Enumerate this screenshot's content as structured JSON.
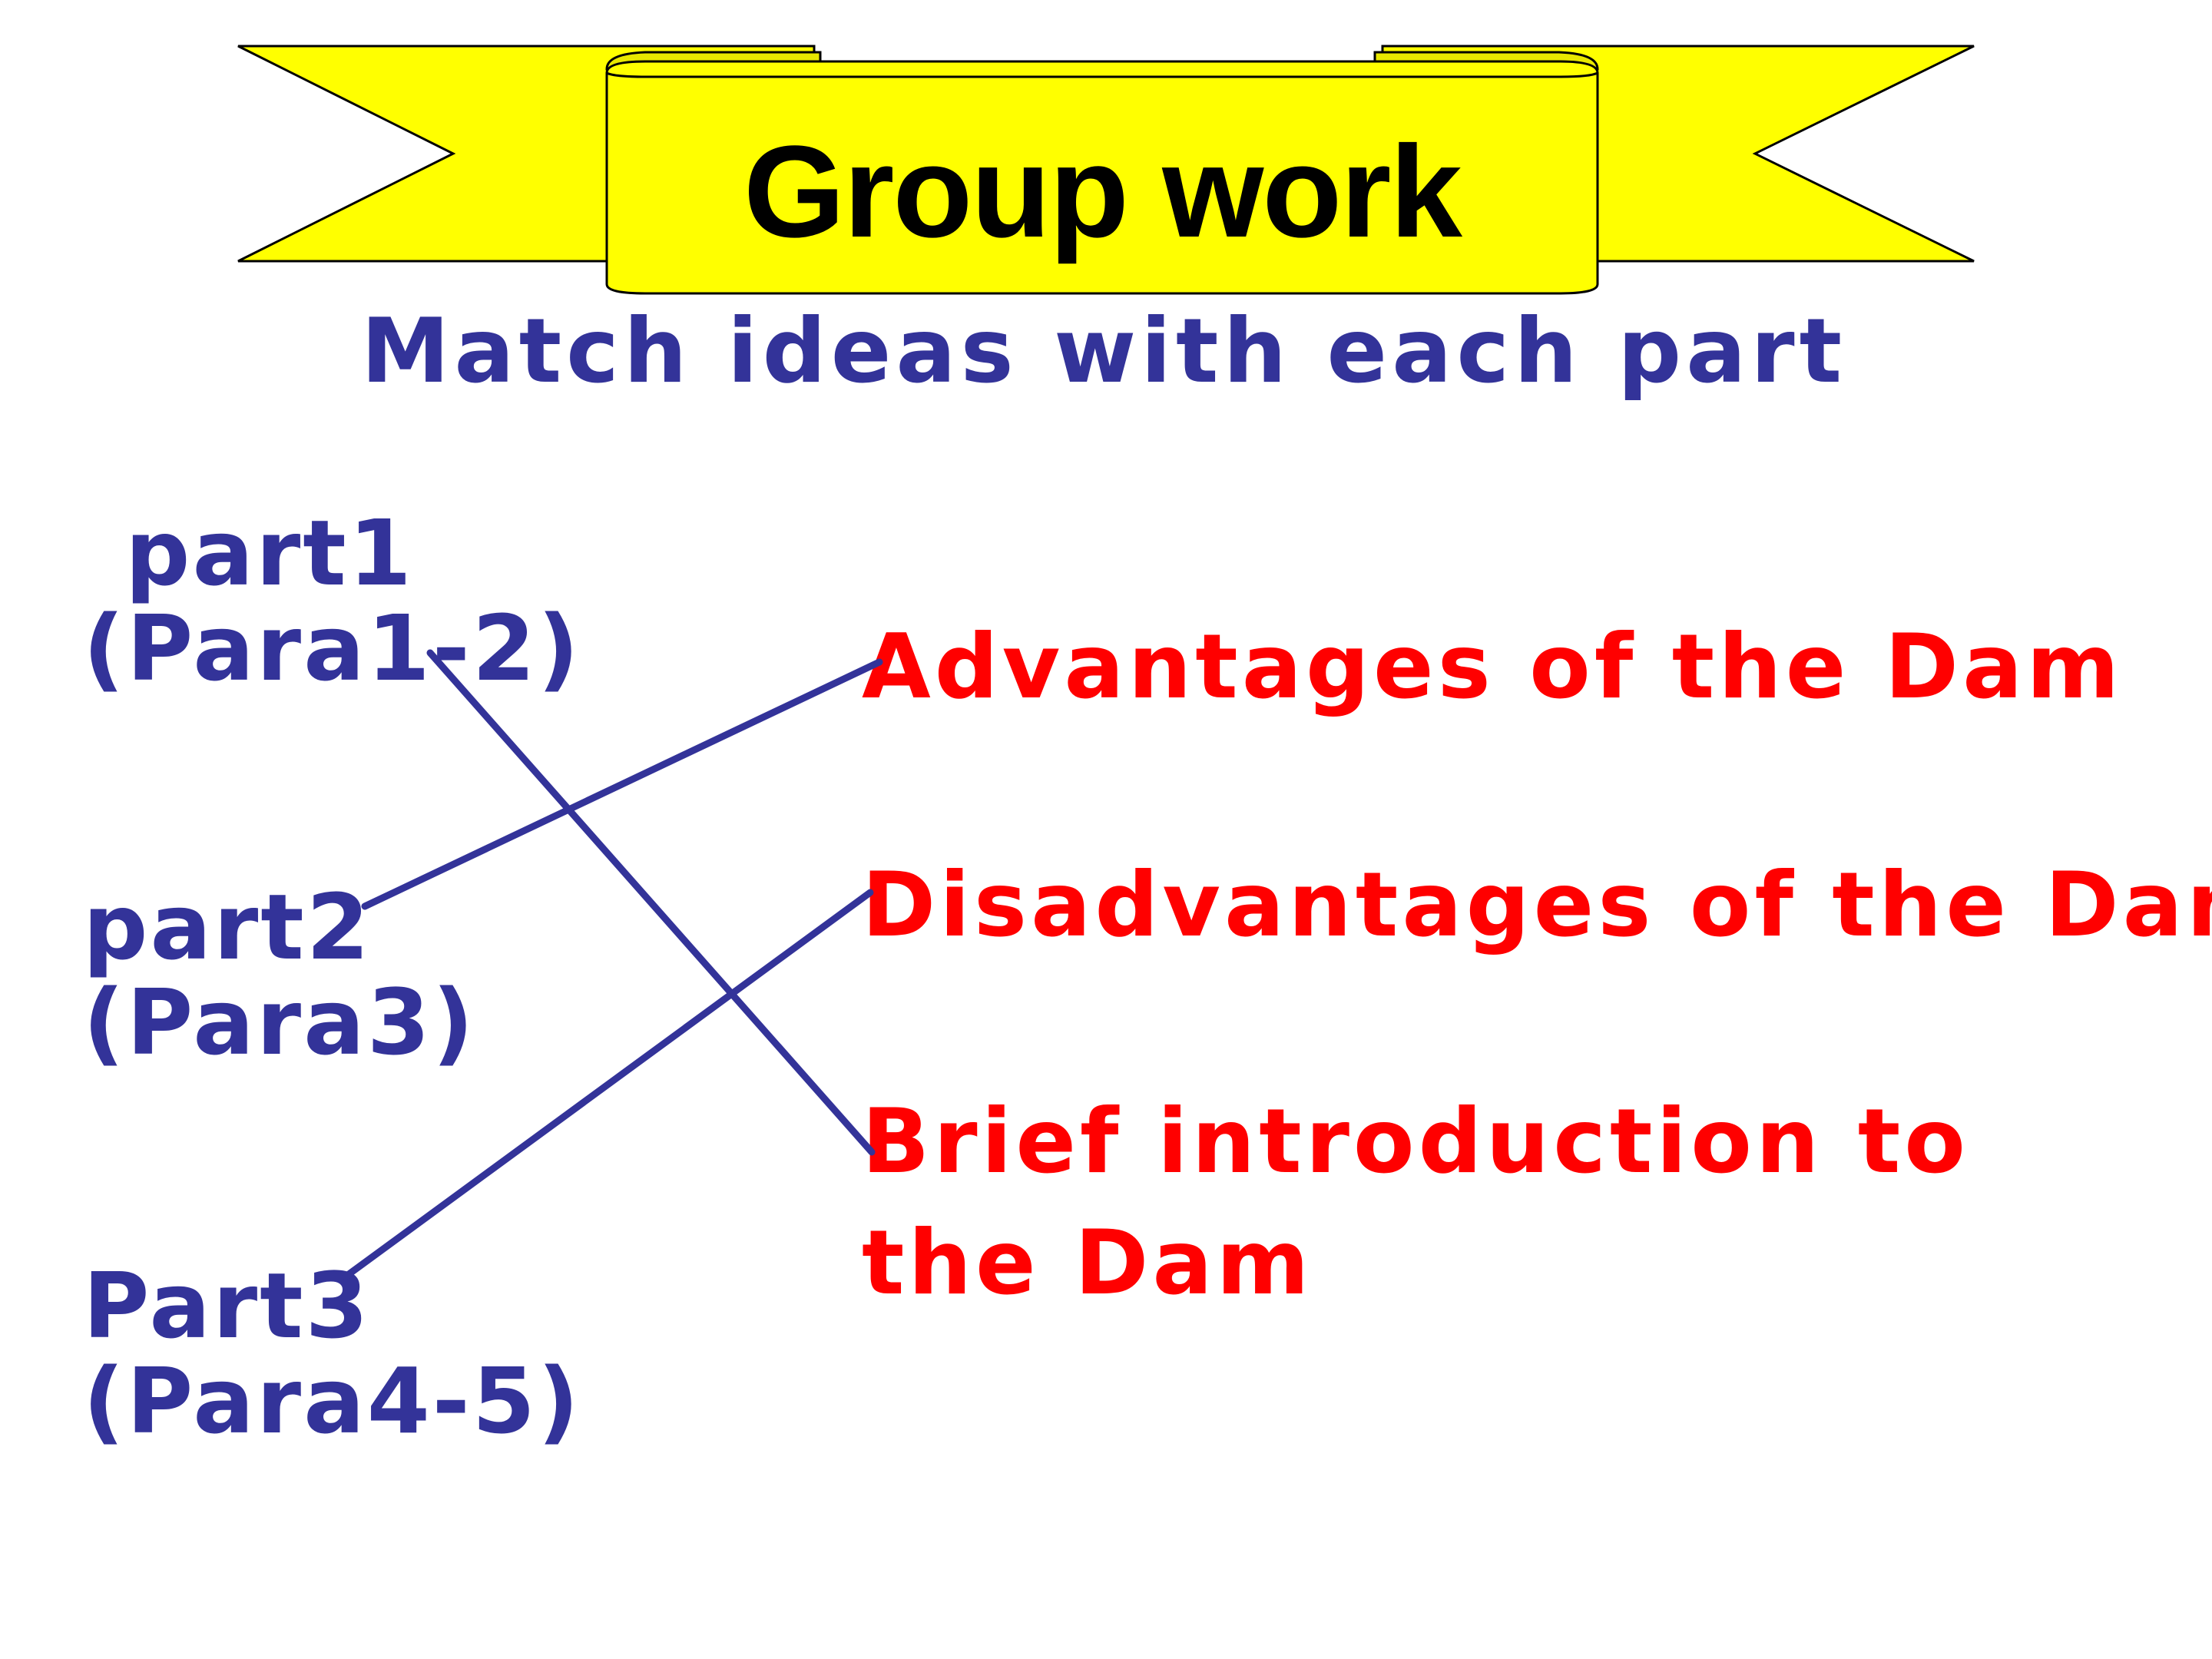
{
  "title": "Group work",
  "subtitle": "Match ideas with each part",
  "parts": [
    {
      "name": "part1",
      "range": "(Para1-2)"
    },
    {
      "name": "part2",
      "range": "(Para3)"
    },
    {
      "name": "Part3",
      "range": "(Para4-5)"
    }
  ],
  "ideas": [
    "Advantages of the Dam",
    "Disadvantages of the Dam",
    "Brief introduction to the Dam"
  ],
  "colors": {
    "banner": "#ffff00",
    "banner_outline": "#000000",
    "parts_text": "#333399",
    "ideas_text": "#ff0000",
    "match_lines": "#333399"
  }
}
